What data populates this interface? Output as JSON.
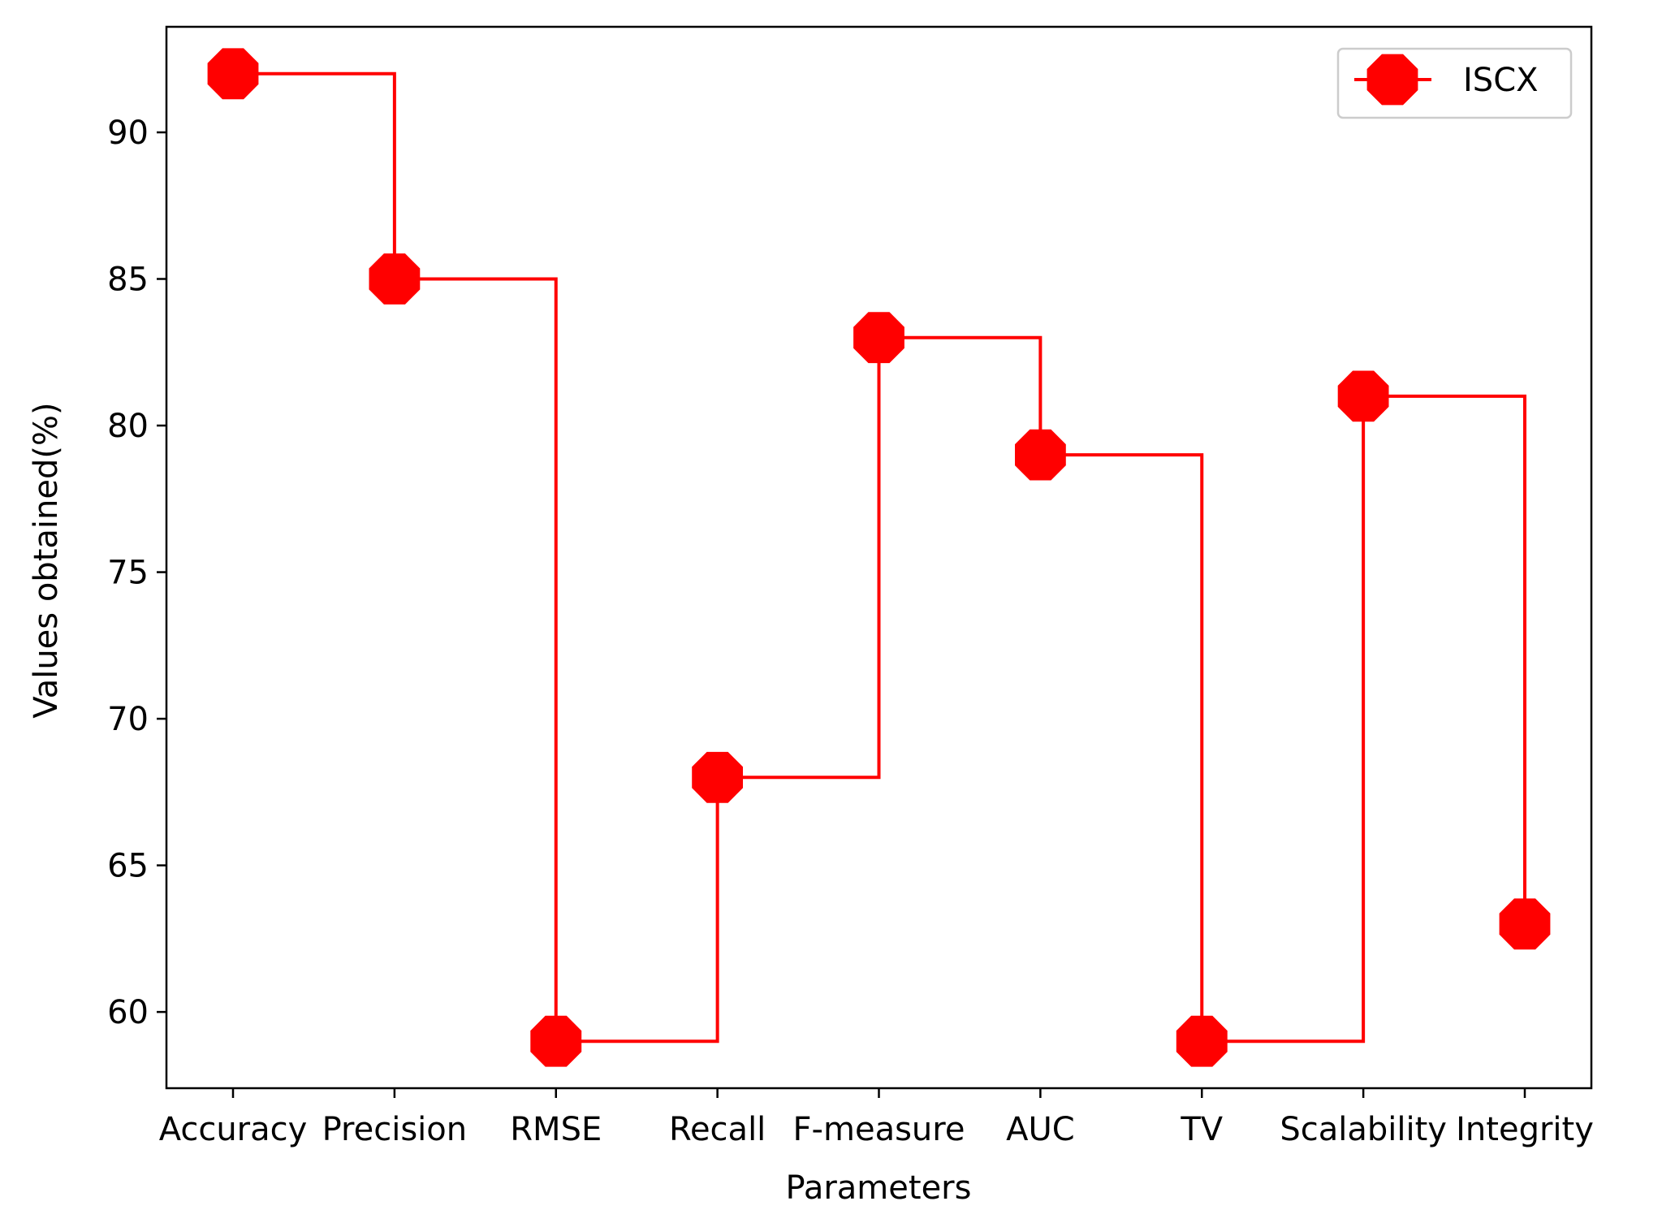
{
  "chart_data": {
    "type": "line",
    "step": "post",
    "categories": [
      "Accuracy",
      "Precision",
      "RMSE",
      "Recall",
      "F-measure",
      "AUC",
      "TV",
      "Scalability",
      "Integrity"
    ],
    "series": [
      {
        "name": "ISCX",
        "values": [
          92,
          85,
          59,
          68,
          83,
          79,
          59,
          81,
          63
        ],
        "color": "#ff0000",
        "marker": "octagon"
      }
    ],
    "xlabel": "Parameters",
    "ylabel": "Values obtained(%)",
    "ylim": [
      57.4,
      93.6
    ],
    "yticks": [
      60,
      65,
      70,
      75,
      80,
      85,
      90
    ],
    "grid": false,
    "legend": "top-right"
  }
}
